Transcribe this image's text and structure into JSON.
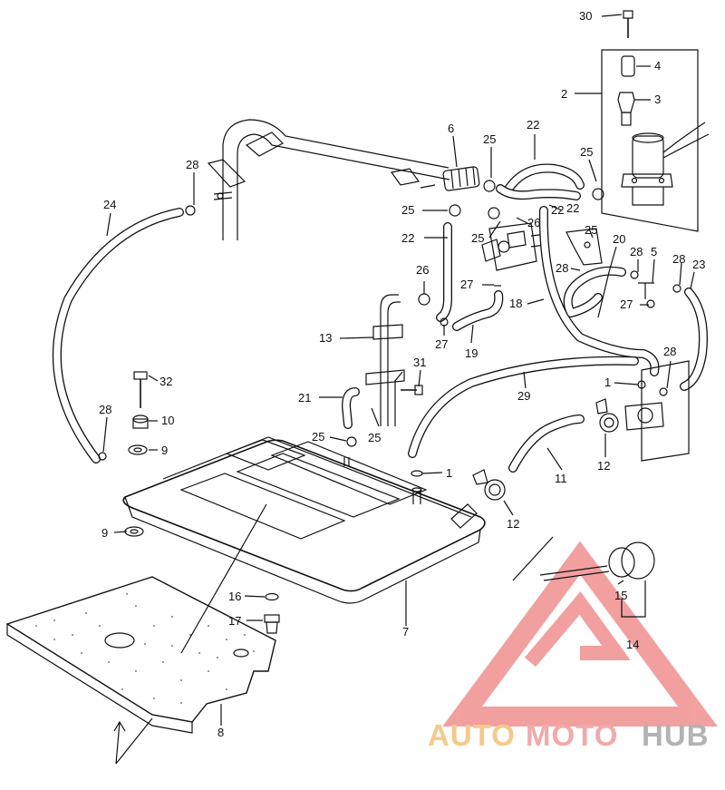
{
  "callouts": [
    {
      "id": "p30",
      "text": "30"
    },
    {
      "id": "p4",
      "text": "4"
    },
    {
      "id": "p2",
      "text": "2"
    },
    {
      "id": "p3",
      "text": "3"
    },
    {
      "id": "p6",
      "text": "6"
    },
    {
      "id": "p25a",
      "text": "25"
    },
    {
      "id": "p22a",
      "text": "22"
    },
    {
      "id": "p25b",
      "text": "25"
    },
    {
      "id": "p28a",
      "text": "28"
    },
    {
      "id": "p24",
      "text": "24"
    },
    {
      "id": "p25c",
      "text": "25"
    },
    {
      "id": "p22b",
      "text": "22"
    },
    {
      "id": "p25d",
      "text": "25"
    },
    {
      "id": "p26a",
      "text": "26"
    },
    {
      "id": "p22c",
      "text": "22"
    },
    {
      "id": "p25e",
      "text": "25"
    },
    {
      "id": "p22d",
      "text": "22"
    },
    {
      "id": "p20",
      "text": "20"
    },
    {
      "id": "p28b",
      "text": "28"
    },
    {
      "id": "p5",
      "text": "5"
    },
    {
      "id": "p28c",
      "text": "28"
    },
    {
      "id": "p23",
      "text": "23"
    },
    {
      "id": "p26b",
      "text": "26"
    },
    {
      "id": "p27a",
      "text": "27"
    },
    {
      "id": "p28d",
      "text": "28"
    },
    {
      "id": "p18",
      "text": "18"
    },
    {
      "id": "p27b",
      "text": "27"
    },
    {
      "id": "p13",
      "text": "13"
    },
    {
      "id": "p27c",
      "text": "27"
    },
    {
      "id": "p19",
      "text": "19"
    },
    {
      "id": "p28e",
      "text": "28"
    },
    {
      "id": "p31",
      "text": "31"
    },
    {
      "id": "p32",
      "text": "32"
    },
    {
      "id": "p1a",
      "text": "1"
    },
    {
      "id": "p29",
      "text": "29"
    },
    {
      "id": "p21",
      "text": "21"
    },
    {
      "id": "p28f",
      "text": "28"
    },
    {
      "id": "p10",
      "text": "10"
    },
    {
      "id": "p25f",
      "text": "25"
    },
    {
      "id": "p25g",
      "text": "25"
    },
    {
      "id": "p9a",
      "text": "9"
    },
    {
      "id": "p1b",
      "text": "1"
    },
    {
      "id": "p11",
      "text": "11"
    },
    {
      "id": "p12a",
      "text": "12"
    },
    {
      "id": "p12b",
      "text": "12"
    },
    {
      "id": "p9b",
      "text": "9"
    },
    {
      "id": "p16",
      "text": "16"
    },
    {
      "id": "p15",
      "text": "15"
    },
    {
      "id": "p17",
      "text": "17"
    },
    {
      "id": "p7",
      "text": "7"
    },
    {
      "id": "p14",
      "text": "14"
    },
    {
      "id": "p8",
      "text": "8"
    }
  ],
  "watermark": {
    "part1": "AUTO",
    "part2": "MOTO",
    "part3": "HUB",
    "colors": {
      "auto": "#f6c98a",
      "moto": "#f2a9a9",
      "hub": "#b3b3b3",
      "triangle": "#f08f8f"
    }
  }
}
